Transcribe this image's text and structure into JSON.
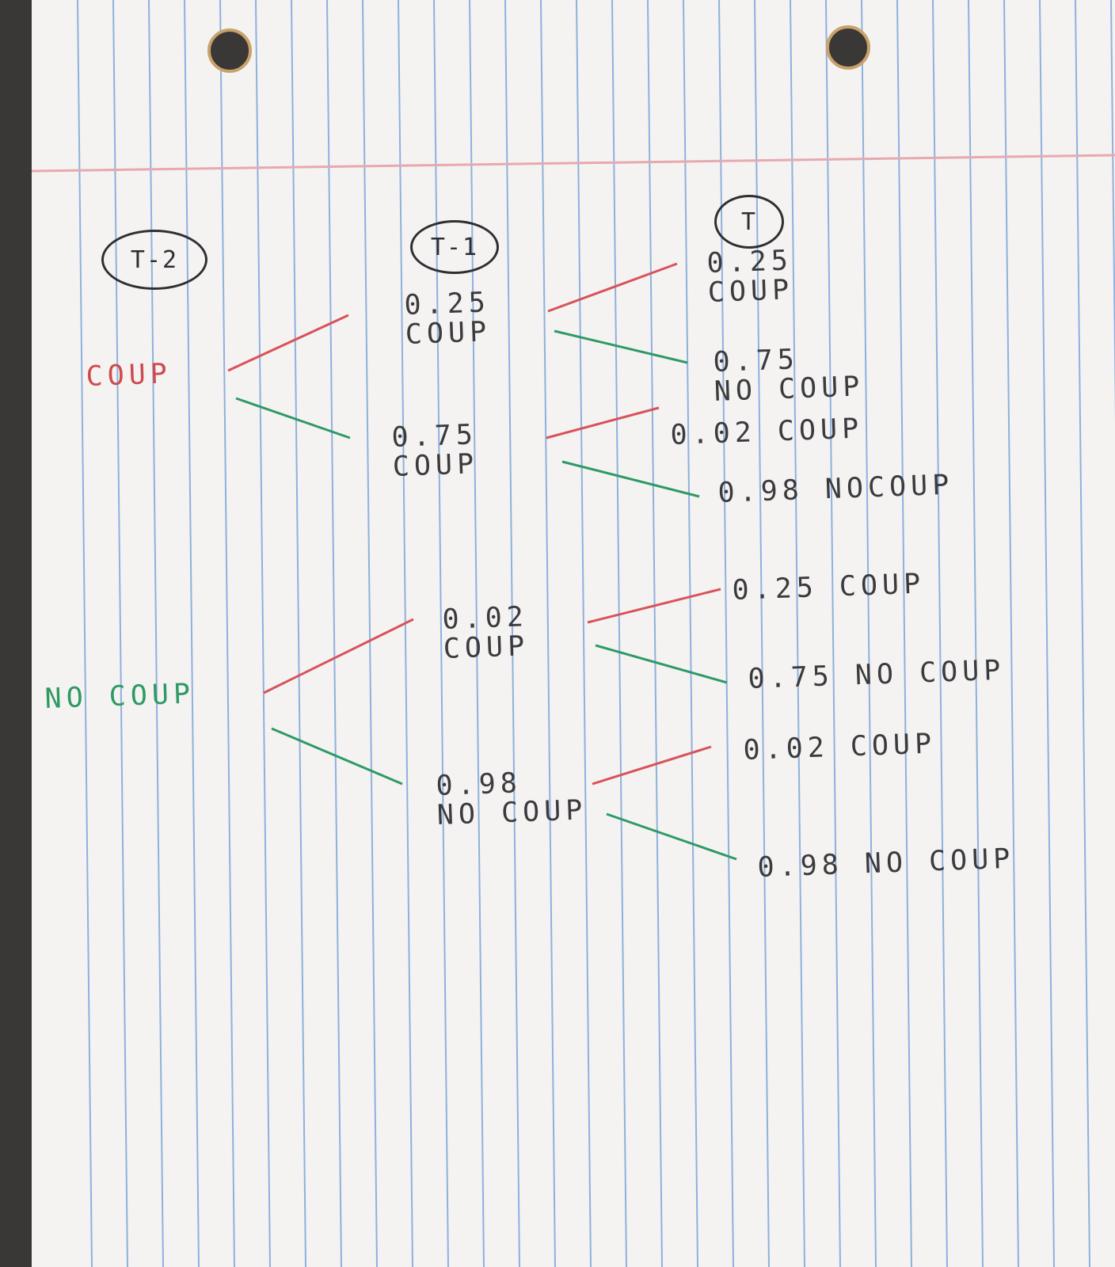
{
  "columns": {
    "col_t_minus_2": "T-2",
    "col_t_minus_1": "T-1",
    "col_t": "T"
  },
  "root_nodes": [
    {
      "label": "COUP",
      "color": "#cf4a4f"
    },
    {
      "label": "NO COUP",
      "color": "#2f9a63"
    }
  ],
  "middle_nodes": [
    {
      "prob": "0.25",
      "label": "COUP"
    },
    {
      "prob": "0.75",
      "label": "COUP"
    },
    {
      "prob": "0.02",
      "label": "COUP"
    },
    {
      "prob": "0.98",
      "label": "NO COUP"
    }
  ],
  "leaf_nodes": [
    {
      "prob": "0.25",
      "label": "COUP"
    },
    {
      "prob": "0.75",
      "label": "NO COUP"
    },
    {
      "text": "0.02 COUP"
    },
    {
      "text": "0.98 NOCOUP"
    },
    {
      "text": "0.25 COUP"
    },
    {
      "text": "0.75 NO COUP"
    },
    {
      "text": "0.02 COUP"
    },
    {
      "text": "0.98 NO COUP"
    }
  ],
  "colors": {
    "coup_branch": "#d9525a",
    "no_coup_branch": "#2e9a66",
    "ink": "#3b3b3f",
    "rule_blue": "#8fb0de",
    "margin_pink": "#e7a9b0"
  }
}
